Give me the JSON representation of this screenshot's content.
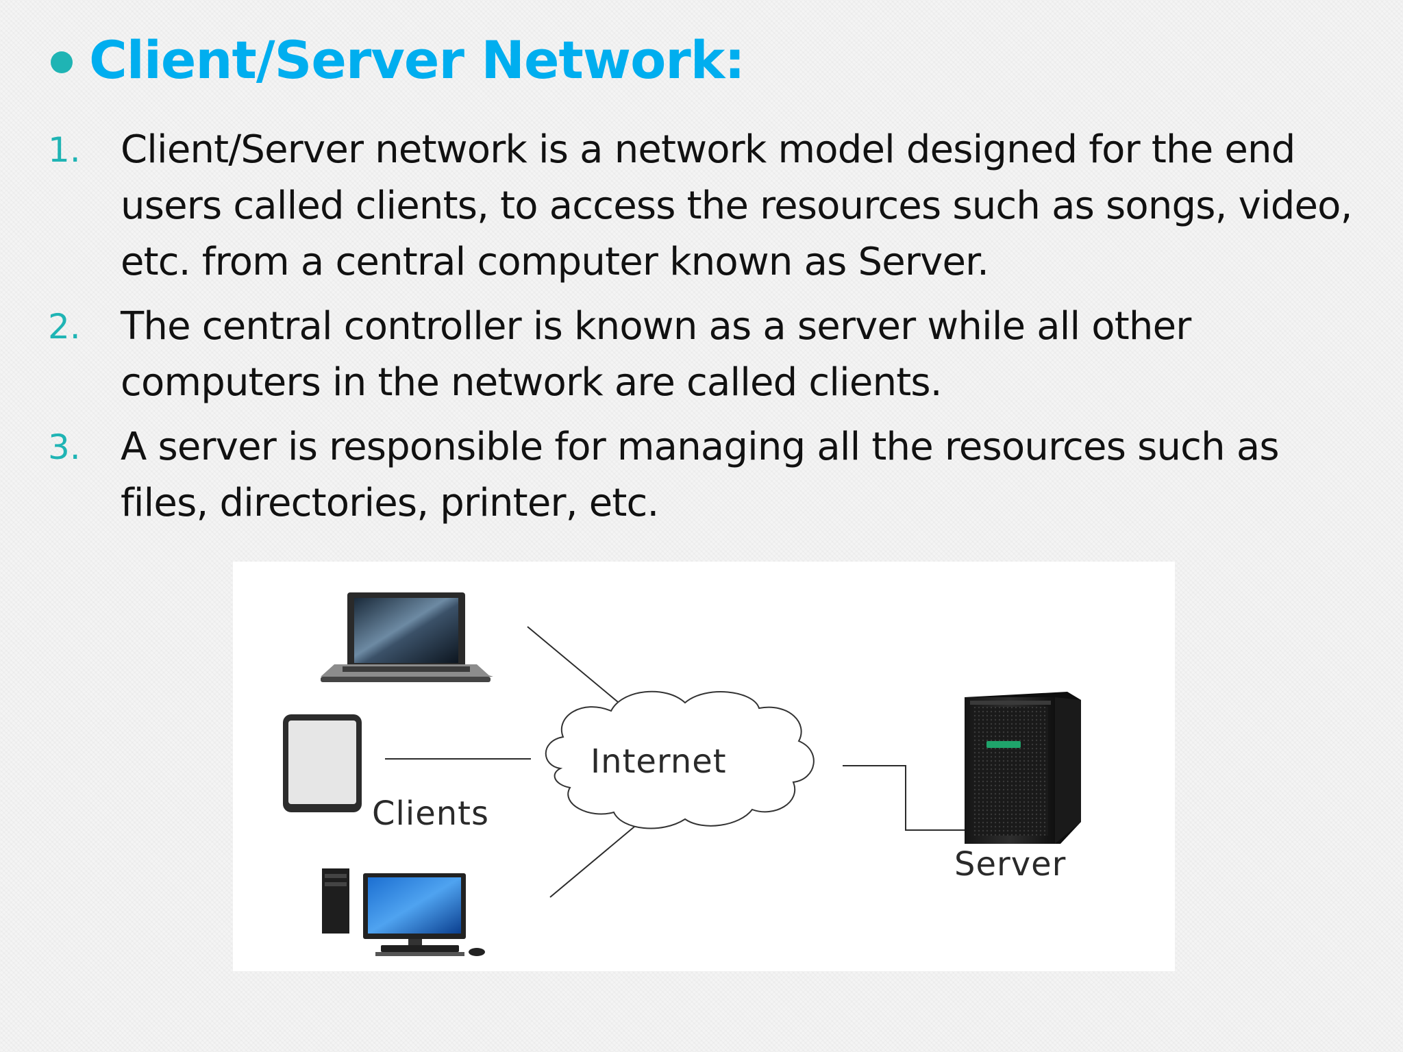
{
  "slide": {
    "title": "Client/Server Network:",
    "items": [
      {
        "number": "1.",
        "text": "Client/Server network is a network model designed for the end users called clients, to access the resources such as songs, video, etc. from a central computer known as Server."
      },
      {
        "number": "2.",
        "text": "The central controller is known as a server while all other computers in the network are called clients."
      },
      {
        "number": "3.",
        "text": "A server is responsible for managing all the resources such as files, directories, printer, etc."
      }
    ]
  },
  "diagram": {
    "internet_label": "Internet",
    "clients_label": "Clients",
    "server_label": "Server",
    "icons": [
      "laptop-icon",
      "smartphone-icon",
      "desktop-computer-icon",
      "cloud-icon",
      "server-tower-icon"
    ]
  },
  "colors": {
    "title": "#00aeef",
    "bullet": "#1fb4b4",
    "body_text": "#111111",
    "background": "#f4f4f4"
  }
}
